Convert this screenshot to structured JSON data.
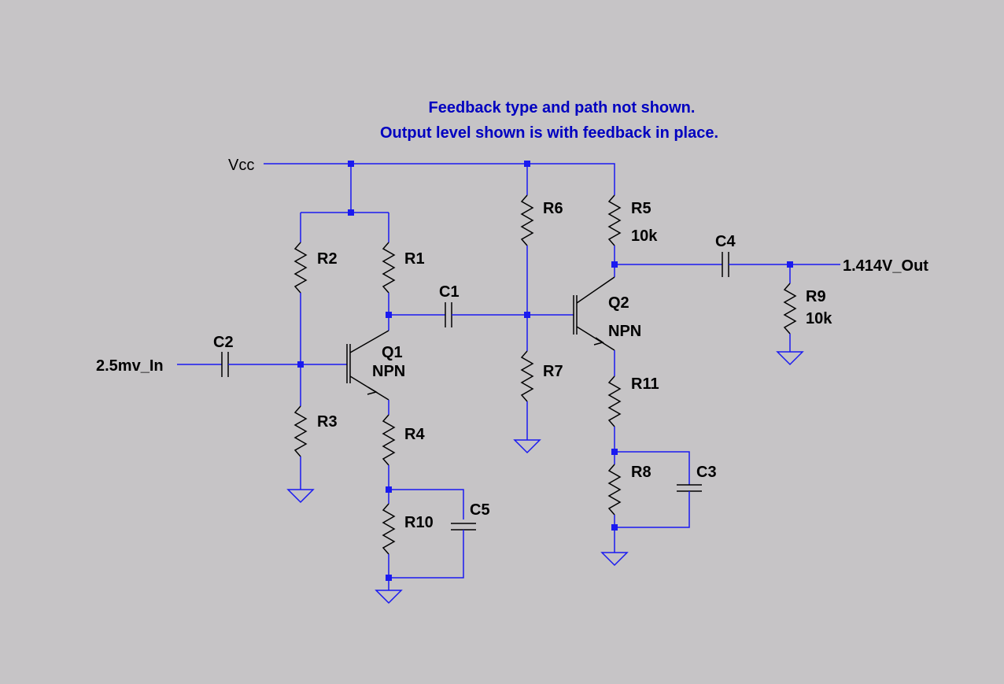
{
  "notes": {
    "line1": "Feedback type and path not shown.",
    "line2": "Output level shown is with feedback in place."
  },
  "nets": {
    "vcc": "Vcc",
    "input": "2.5mv_In",
    "output": "1.414V_Out"
  },
  "components": {
    "r1": "R1",
    "r2": "R2",
    "r3": "R3",
    "r4": "R4",
    "r5": "R5",
    "r5_value": "10k",
    "r6": "R6",
    "r7": "R7",
    "r8": "R8",
    "r9": "R9",
    "r9_value": "10k",
    "r10": "R10",
    "r11": "R11",
    "c1": "C1",
    "c2": "C2",
    "c3": "C3",
    "c4": "C4",
    "c5": "C5",
    "q1": "Q1",
    "q1_type": "NPN",
    "q2": "Q2",
    "q2_type": "NPN"
  },
  "colors": {
    "background": "#c6c4c6",
    "wire": "#1a1af0",
    "note_text": "#0000c0",
    "component": "#000000"
  }
}
